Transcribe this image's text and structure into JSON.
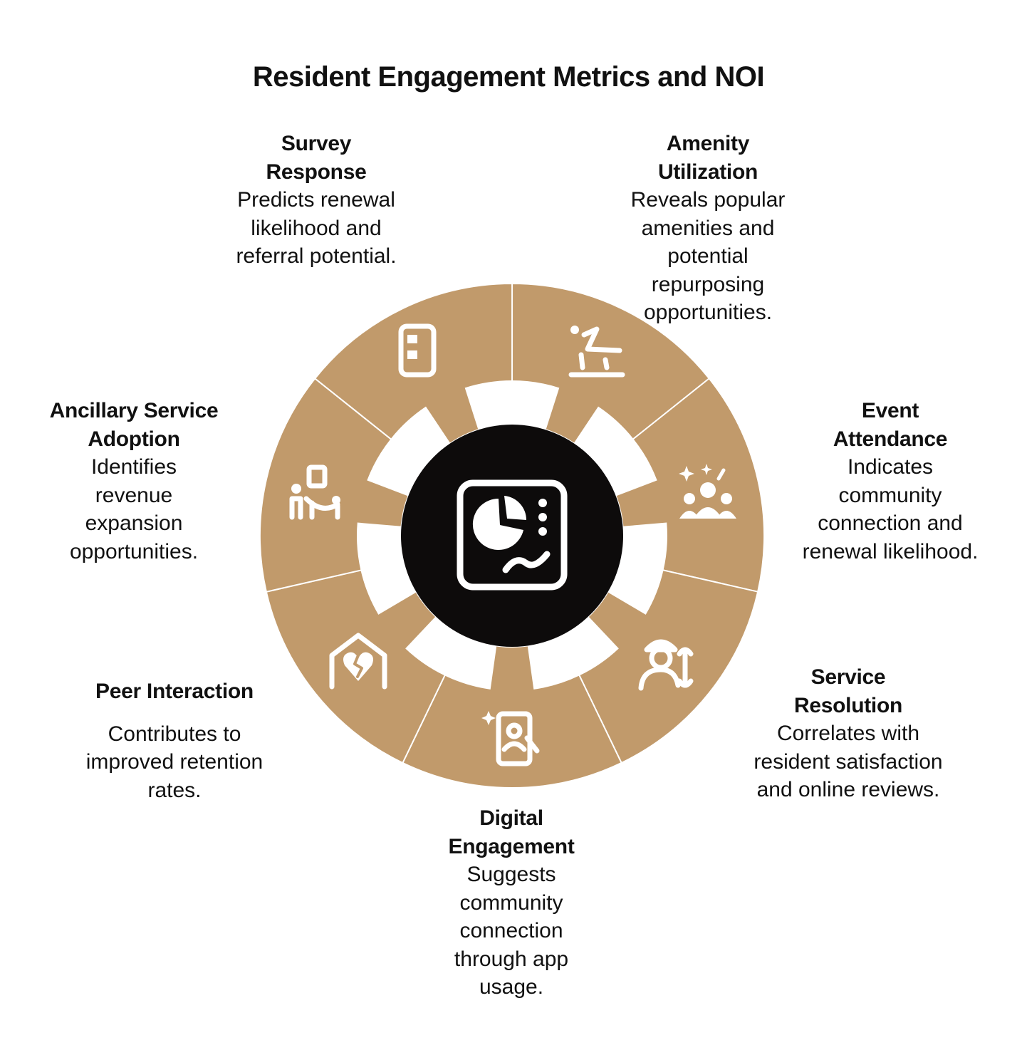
{
  "title": "Resident Engagement Metrics and NOI",
  "colors": {
    "segment": "#c19a6b",
    "inner_ring": "#ffffff",
    "hub": "#0d0b0b",
    "icon": "#ffffff",
    "text": "#111111"
  },
  "center_icon": "dashboard-analytics-icon",
  "metrics": [
    {
      "key": "survey",
      "title": "Survey Response",
      "description": "Predicts renewal likelihood and referral potential.",
      "icon": "survey-form-icon"
    },
    {
      "key": "amenity",
      "title": "Amenity Utilization",
      "description": "Reveals popular amenities and potential repurposing opportunities.",
      "icon": "pool-diving-icon"
    },
    {
      "key": "event",
      "title": "Event Attendance",
      "description": "Indicates community connection and renewal likelihood.",
      "icon": "crowd-celebration-icon"
    },
    {
      "key": "service",
      "title": "Service Resolution",
      "description": "Correlates with resident satisfaction and online reviews.",
      "icon": "maintenance-worker-icon"
    },
    {
      "key": "digital",
      "title": "Digital Engagement",
      "description": "Suggests community connection through app usage.",
      "icon": "mobile-app-icon"
    },
    {
      "key": "peer",
      "title": "Peer Interaction",
      "description": "Contributes to improved retention rates.",
      "icon": "home-broken-heart-icon"
    },
    {
      "key": "ancillary",
      "title": "Ancillary Service Adoption",
      "description": "Identifies revenue expansion opportunities.",
      "icon": "concierge-service-icon"
    }
  ]
}
